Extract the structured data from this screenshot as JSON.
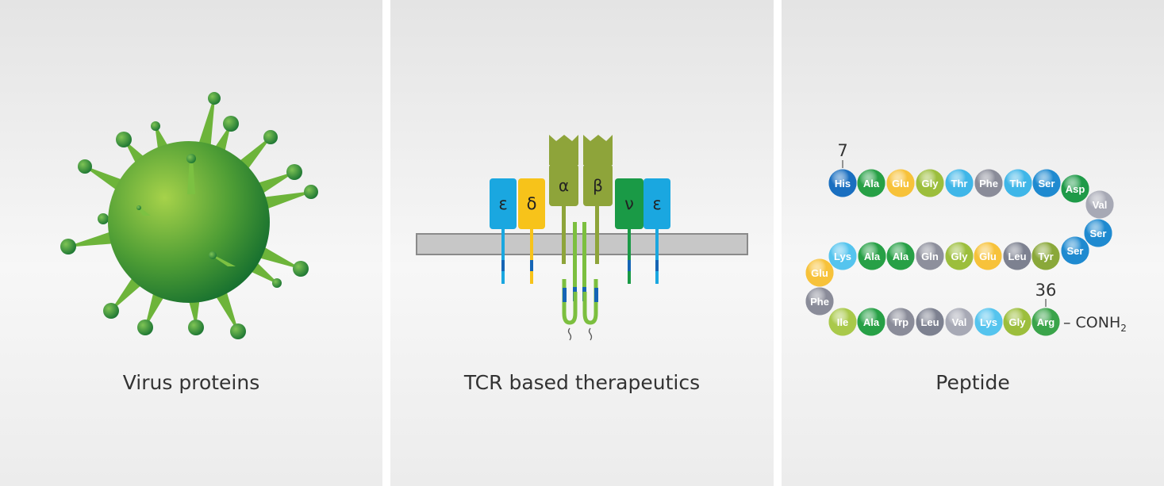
{
  "panels": [
    {
      "caption": "Virus proteins"
    },
    {
      "caption": "TCR based therapeutics"
    },
    {
      "caption": "Peptide"
    }
  ],
  "tcr": {
    "chains": [
      "ε",
      "δ",
      "α",
      "β",
      "ν",
      "ε"
    ]
  },
  "peptide": {
    "start_label": "7",
    "end_label": "36",
    "terminal_label": "– CONH",
    "terminal_subscript": "2",
    "residues": [
      "His",
      "Ala",
      "Glu",
      "Gly",
      "Thr",
      "Phe",
      "Thr",
      "Ser",
      "Asp",
      "Val",
      "Ser",
      "Ser",
      "Tyr",
      "Leu",
      "Glu",
      "Gly",
      "Gln",
      "Ala",
      "Ala",
      "Lys",
      "Glu",
      "Phe",
      "Ile",
      "Ala",
      "Trp",
      "Leu",
      "Val",
      "Lys",
      "Gly",
      "Arg"
    ]
  },
  "colors": {
    "virus": "#4a9e3a",
    "blue": "#1aa7e0",
    "yellow": "#f7c31a",
    "olive": "#8ea43a",
    "green": "#1a9a46",
    "membrane": "#c7c7c7"
  }
}
